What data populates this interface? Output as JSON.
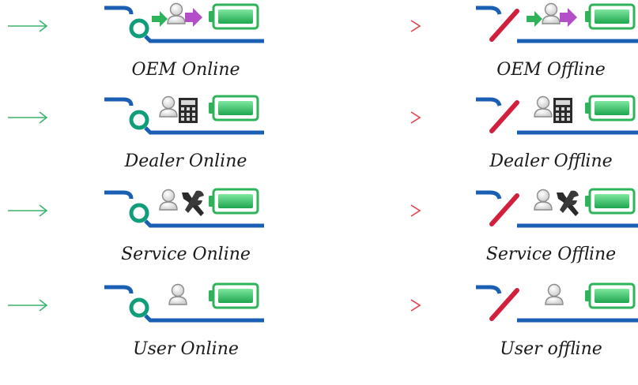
{
  "rows": [
    {
      "online_label": "OEM Online",
      "offline_label": "OEM Offline",
      "role_icon": "oem-icon"
    },
    {
      "online_label": "Dealer Online",
      "offline_label": "Dealer Offline",
      "role_icon": "dealer-icon"
    },
    {
      "online_label": "Service Online",
      "offline_label": "Service Offline",
      "role_icon": "service-icon"
    },
    {
      "online_label": "User Online",
      "offline_label": "User offline",
      "role_icon": "user-icon"
    }
  ],
  "colors": {
    "arrow_green": "#3cb371",
    "arrow_red": "#e2404a",
    "line_blue": "#1b5fb5",
    "ring_teal": "#0f9d7a",
    "slash_red": "#d11f3c",
    "battery_green": "#2fb35a"
  }
}
